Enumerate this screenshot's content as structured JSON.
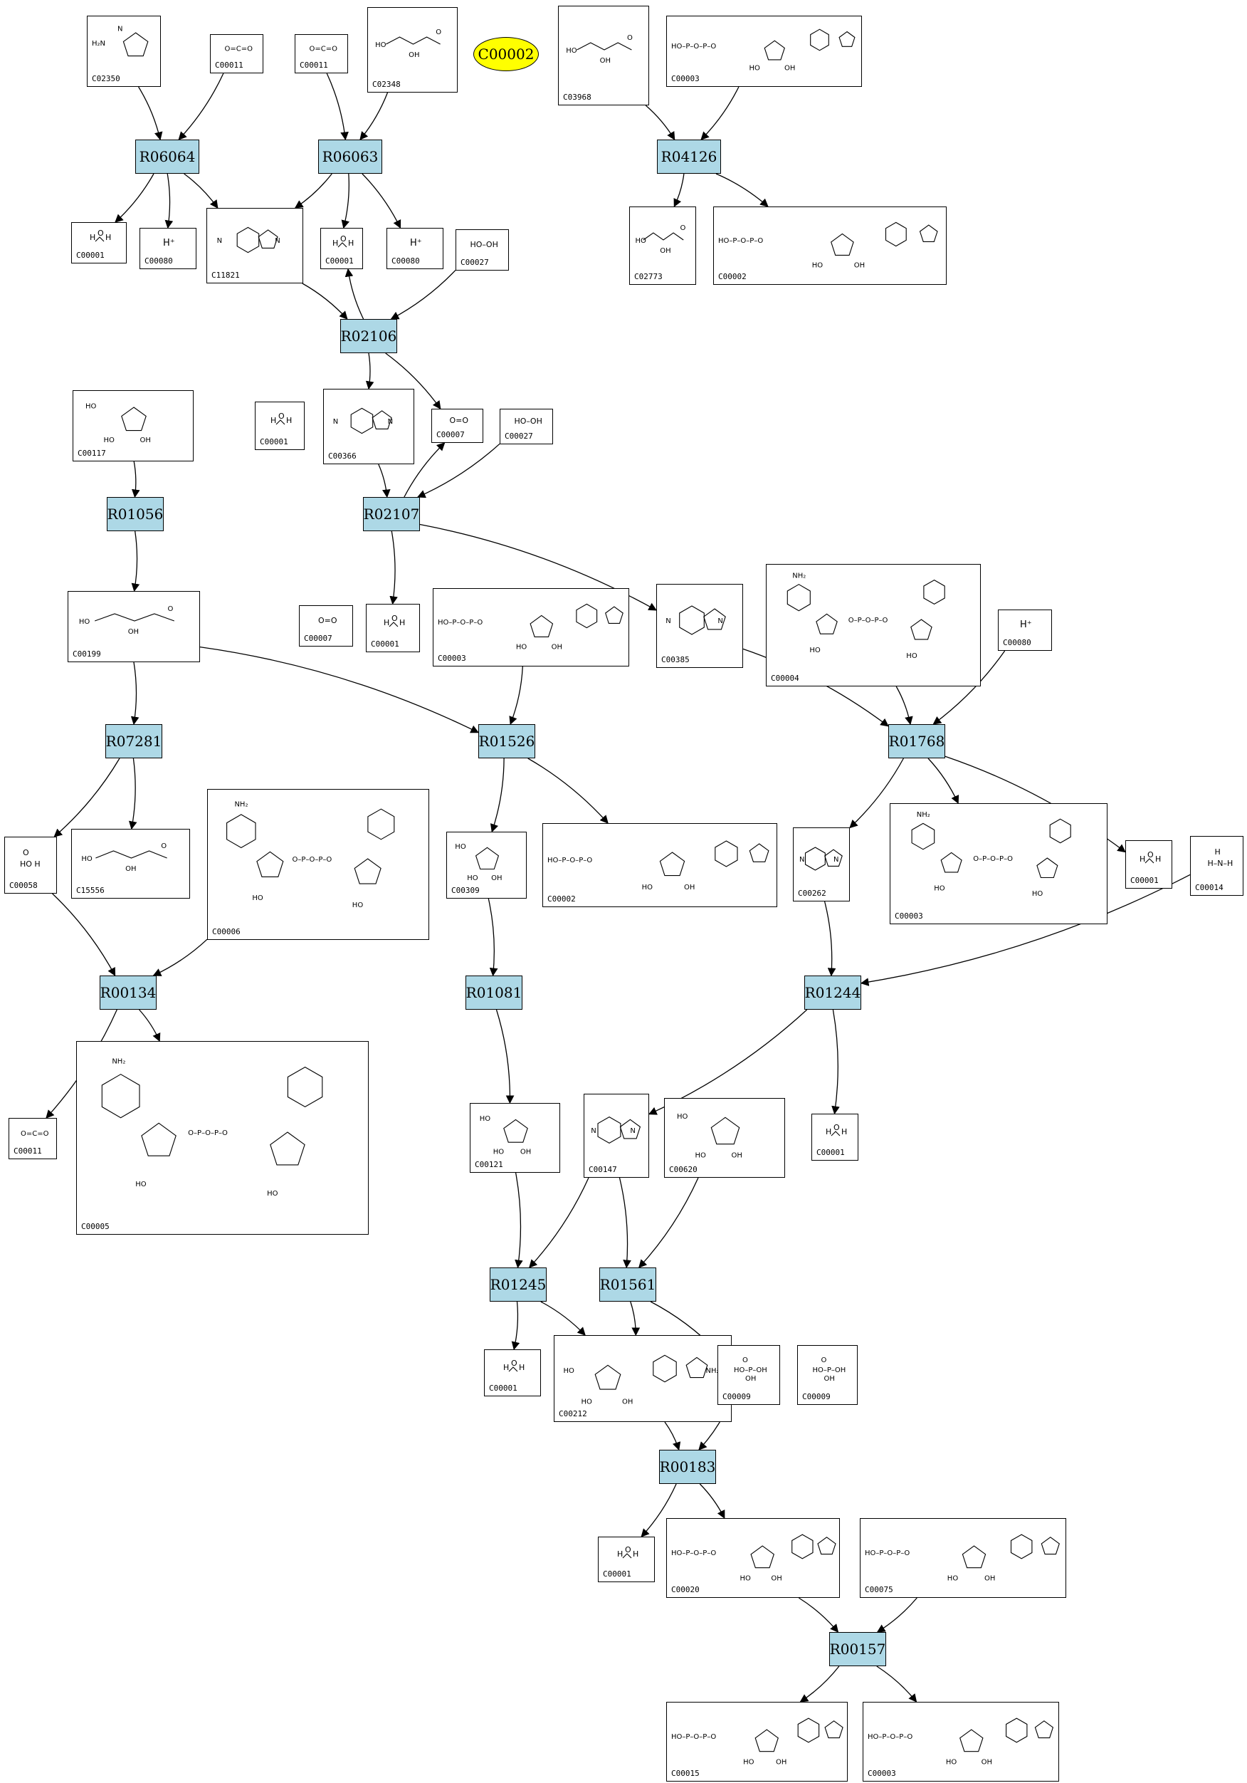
{
  "highlight": {
    "id": "C00002"
  },
  "reactions": [
    {
      "id": "R06064"
    },
    {
      "id": "R06063"
    },
    {
      "id": "R04126"
    },
    {
      "id": "R02106"
    },
    {
      "id": "R01056"
    },
    {
      "id": "R02107"
    },
    {
      "id": "R07281"
    },
    {
      "id": "R01526"
    },
    {
      "id": "R01768"
    },
    {
      "id": "R00134"
    },
    {
      "id": "R01081"
    },
    {
      "id": "R01244"
    },
    {
      "id": "R01245"
    },
    {
      "id": "R01561"
    },
    {
      "id": "R00183"
    },
    {
      "id": "R00157"
    }
  ],
  "compounds": [
    {
      "id": "C02350",
      "mol": "ring"
    },
    {
      "id": "C00011",
      "mol": "co2"
    },
    {
      "id": "C00011",
      "mol": "co2"
    },
    {
      "id": "C02348",
      "mol": "chain"
    },
    {
      "id": "C03968",
      "mol": "chain"
    },
    {
      "id": "C00003",
      "mol": "nucleotide"
    },
    {
      "id": "C00001",
      "mol": "water"
    },
    {
      "id": "C00080",
      "mol": "proton"
    },
    {
      "id": "C11821",
      "mol": "purine"
    },
    {
      "id": "C00001",
      "mol": "water"
    },
    {
      "id": "C00080",
      "mol": "proton"
    },
    {
      "id": "C00027",
      "mol": "peroxide"
    },
    {
      "id": "C02773",
      "mol": "chain"
    },
    {
      "id": "C00002",
      "mol": "nucleotide"
    },
    {
      "id": "C00117",
      "mol": "sugar"
    },
    {
      "id": "C00001",
      "mol": "water"
    },
    {
      "id": "C00366",
      "mol": "purine"
    },
    {
      "id": "C00007",
      "mol": "oxygen"
    },
    {
      "id": "C00027",
      "mol": "peroxide"
    },
    {
      "id": "C00199",
      "mol": "chain"
    },
    {
      "id": "C00007",
      "mol": "oxygen"
    },
    {
      "id": "C00001",
      "mol": "water"
    },
    {
      "id": "C00003",
      "mol": "nucleotide"
    },
    {
      "id": "C00385",
      "mol": "purine"
    },
    {
      "id": "C00004",
      "mol": "dinucleotide"
    },
    {
      "id": "C00080",
      "mol": "proton"
    },
    {
      "id": "C00058",
      "mol": "formate"
    },
    {
      "id": "C15556",
      "mol": "chain"
    },
    {
      "id": "C00006",
      "mol": "dinucleotide"
    },
    {
      "id": "C00309",
      "mol": "sugar"
    },
    {
      "id": "C00002",
      "mol": "nucleotide"
    },
    {
      "id": "C00262",
      "mol": "purine"
    },
    {
      "id": "C00003",
      "mol": "dinucleotide"
    },
    {
      "id": "C00001",
      "mol": "water"
    },
    {
      "id": "C00014",
      "mol": "ammonia"
    },
    {
      "id": "C00011",
      "mol": "co2"
    },
    {
      "id": "C00005",
      "mol": "dinucleotide"
    },
    {
      "id": "C00121",
      "mol": "sugar"
    },
    {
      "id": "C00147",
      "mol": "purine"
    },
    {
      "id": "C00620",
      "mol": "sugar"
    },
    {
      "id": "C00001",
      "mol": "water"
    },
    {
      "id": "C00001",
      "mol": "water"
    },
    {
      "id": "C00212",
      "mol": "nucleoside"
    },
    {
      "id": "C00009",
      "mol": "phosphate"
    },
    {
      "id": "C00009",
      "mol": "phosphate"
    },
    {
      "id": "C00001",
      "mol": "water"
    },
    {
      "id": "C00020",
      "mol": "nucleotide"
    },
    {
      "id": "C00075",
      "mol": "nucleotide"
    },
    {
      "id": "C00015",
      "mol": "nucleotide"
    },
    {
      "id": "C00003",
      "mol": "nucleotide"
    }
  ],
  "edges": [
    {
      "from": "C02350",
      "to": "R06064"
    },
    {
      "from": "C00011",
      "to": "R06064"
    },
    {
      "from": "C00011",
      "to": "R06063"
    },
    {
      "from": "C02348",
      "to": "R06063"
    },
    {
      "from": "R06064",
      "to": "C00001"
    },
    {
      "from": "R06064",
      "to": "C00080"
    },
    {
      "from": "R06064",
      "to": "C11821"
    },
    {
      "from": "R06063",
      "to": "C11821"
    },
    {
      "from": "R06063",
      "to": "C00001"
    },
    {
      "from": "R06063",
      "to": "C00080"
    },
    {
      "from": "C03968",
      "to": "R04126"
    },
    {
      "from": "C00003",
      "to": "R04126"
    },
    {
      "from": "R04126",
      "to": "C02773"
    },
    {
      "from": "R04126",
      "to": "C00002"
    },
    {
      "from": "C11821",
      "to": "R02106"
    },
    {
      "from": "C00027",
      "to": "R02106"
    },
    {
      "from": "R02106",
      "to": "C00001"
    },
    {
      "from": "R02106",
      "to": "C00366"
    },
    {
      "from": "R02106",
      "to": "C00007"
    },
    {
      "from": "C00117",
      "to": "R01056"
    },
    {
      "from": "C00366",
      "to": "R02107"
    },
    {
      "from": "C00027",
      "to": "R02107"
    },
    {
      "from": "R02107",
      "to": "C00007"
    },
    {
      "from": "R02107",
      "to": "C00001"
    },
    {
      "from": "R02107",
      "to": "C00385"
    },
    {
      "from": "R01056",
      "to": "C00199"
    },
    {
      "from": "C00199",
      "to": "R07281"
    },
    {
      "from": "C00199",
      "to": "R01526"
    },
    {
      "from": "C00003",
      "to": "R01526"
    },
    {
      "from": "C00385",
      "to": "R01768"
    },
    {
      "from": "C00004",
      "to": "R01768"
    },
    {
      "from": "C00080",
      "to": "R01768"
    },
    {
      "from": "R07281",
      "to": "C00058"
    },
    {
      "from": "R07281",
      "to": "C15556"
    },
    {
      "from": "R01526",
      "to": "C00309"
    },
    {
      "from": "R01526",
      "to": "C00002"
    },
    {
      "from": "R01768",
      "to": "C00262"
    },
    {
      "from": "R01768",
      "to": "C00003"
    },
    {
      "from": "R01768",
      "to": "C00001"
    },
    {
      "from": "C00058",
      "to": "R00134"
    },
    {
      "from": "C00006",
      "to": "R00134"
    },
    {
      "from": "R00134",
      "to": "C00011"
    },
    {
      "from": "R00134",
      "to": "C00005"
    },
    {
      "from": "C00309",
      "to": "R01081"
    },
    {
      "from": "C00262",
      "to": "R01244"
    },
    {
      "from": "C00014",
      "to": "R01244"
    },
    {
      "from": "R01081",
      "to": "C00121"
    },
    {
      "from": "R01244",
      "to": "C00147"
    },
    {
      "from": "R01244",
      "to": "C00001"
    },
    {
      "from": "C00121",
      "to": "R01245"
    },
    {
      "from": "C00147",
      "to": "R01245"
    },
    {
      "from": "C00147",
      "to": "R01561"
    },
    {
      "from": "C00620",
      "to": "R01561"
    },
    {
      "from": "R01245",
      "to": "C00001"
    },
    {
      "from": "R01245",
      "to": "C00212"
    },
    {
      "from": "R01561",
      "to": "C00212"
    },
    {
      "from": "R01561",
      "to": "C00009"
    },
    {
      "from": "C00212",
      "to": "R00183"
    },
    {
      "from": "C00009",
      "to": "R00183"
    },
    {
      "from": "R00183",
      "to": "C00001"
    },
    {
      "from": "R00183",
      "to": "C00020"
    },
    {
      "from": "C00020",
      "to": "R00157"
    },
    {
      "from": "C00075",
      "to": "R00157"
    },
    {
      "from": "R00157",
      "to": "C00015"
    },
    {
      "from": "R00157",
      "to": "C00003"
    }
  ]
}
